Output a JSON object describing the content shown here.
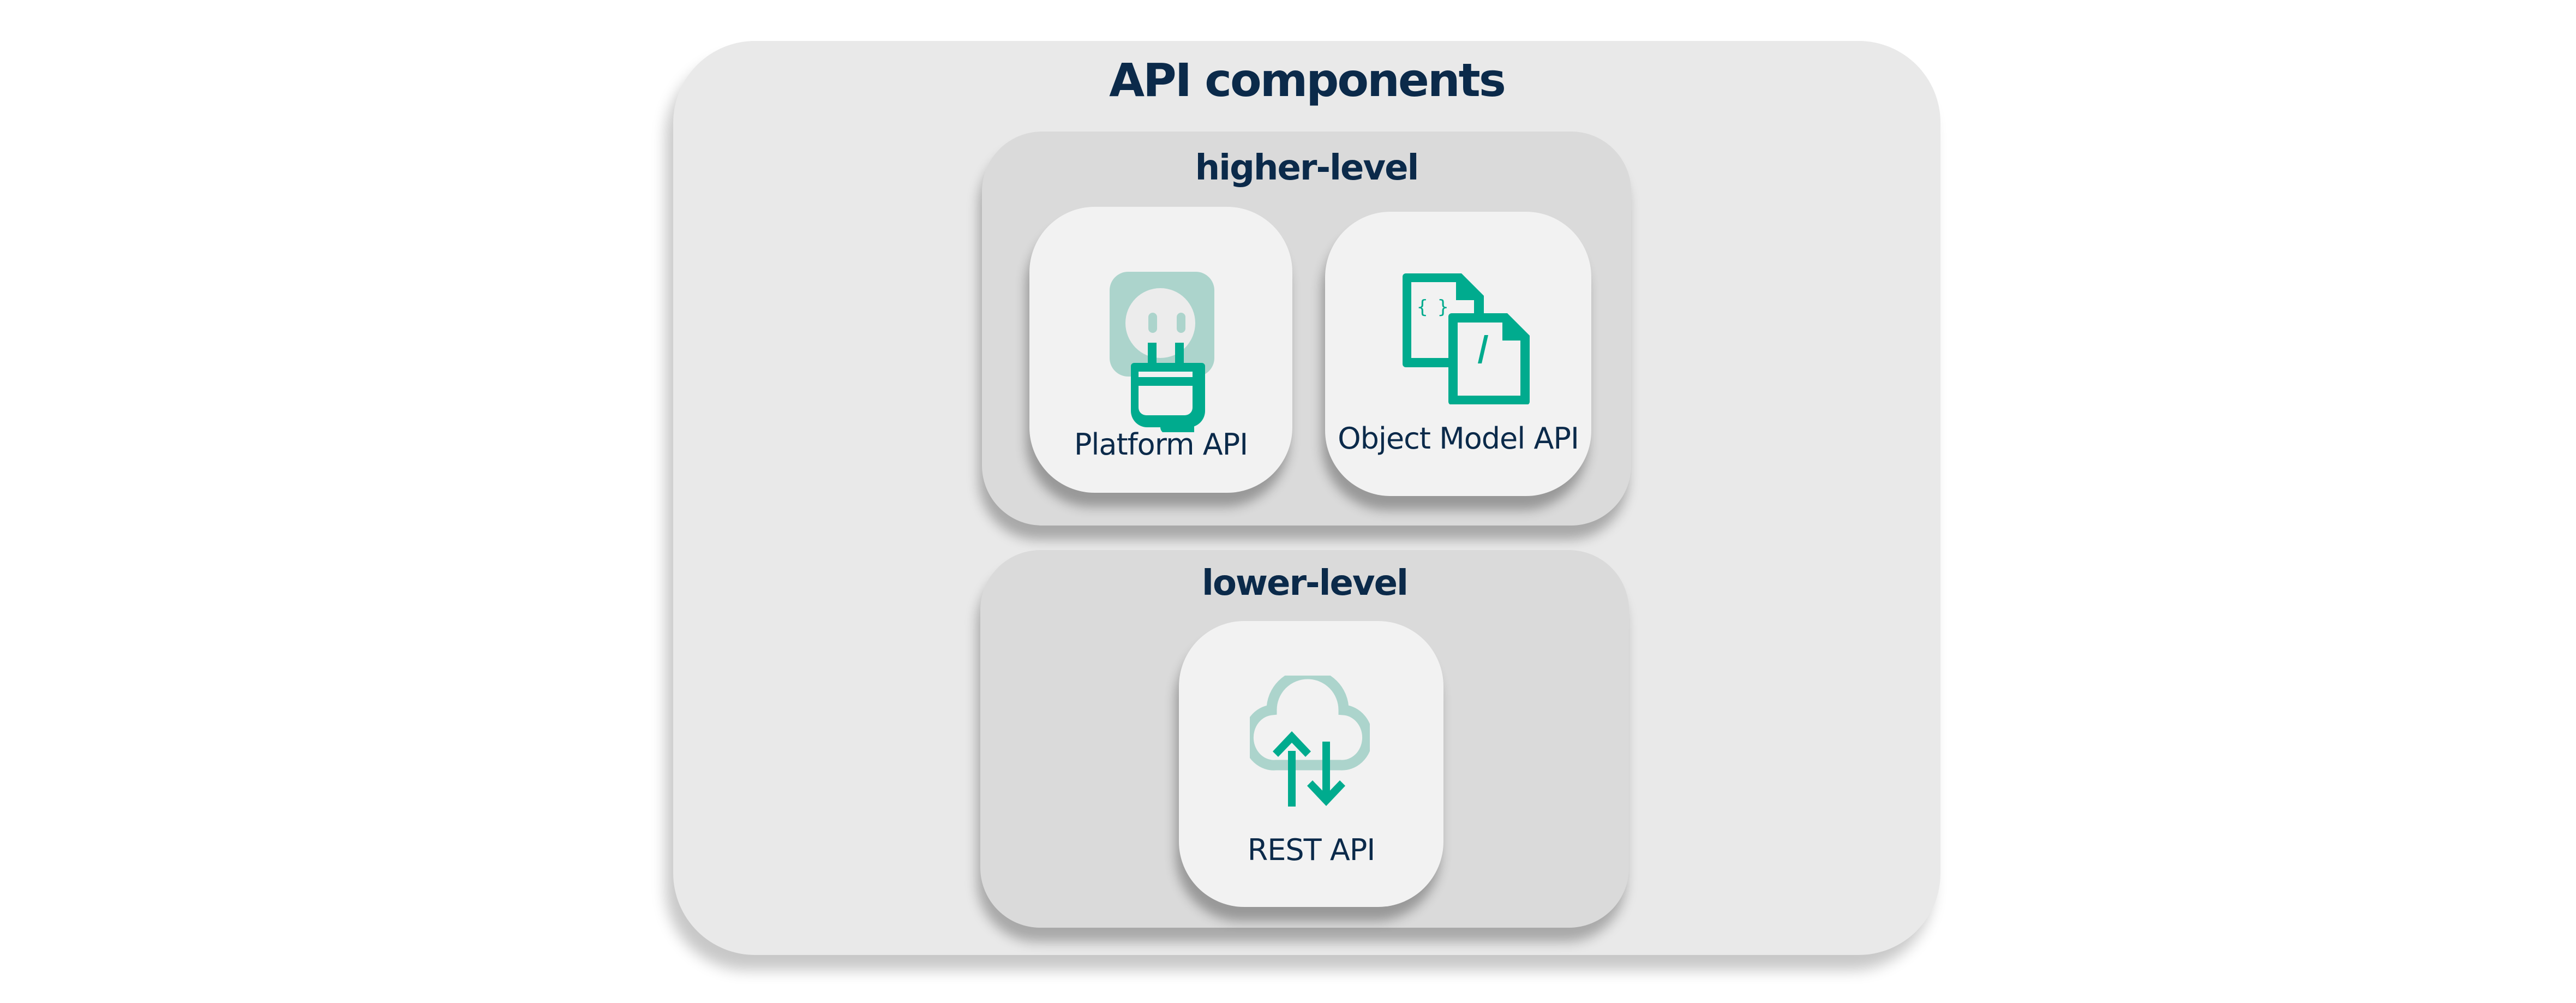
{
  "diagram": {
    "title": "API components",
    "groups": [
      {
        "label": "higher-level",
        "components": [
          {
            "label": "Platform API",
            "icon": "plug-socket-icon"
          },
          {
            "label": "Object Model API",
            "icon": "documents-icon"
          }
        ]
      },
      {
        "label": "lower-level",
        "components": [
          {
            "label": "REST API",
            "icon": "cloud-transfer-icon"
          }
        ]
      }
    ],
    "colors": {
      "accent": "#00ab8e",
      "accent_light": "#acd4cc",
      "text": "#0b2a4a",
      "outer_bg": "#e9e9e9",
      "group_bg": "#dadada",
      "card_bg": "#f2f2f2"
    }
  }
}
